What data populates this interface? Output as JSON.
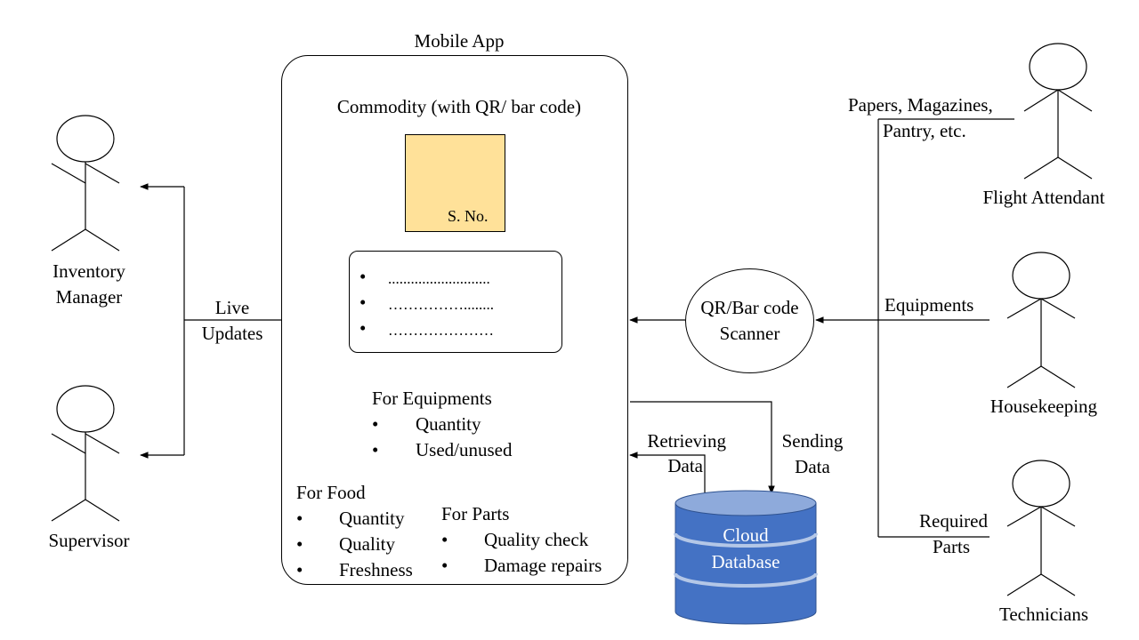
{
  "mobile_app": {
    "title": "Mobile App",
    "commodity_label": "Commodity (with QR/ bar code)",
    "serial_label": "S. No.",
    "placeholder_rows": [
      "...........................",
      "……………........",
      "…………………"
    ],
    "equipments": {
      "heading": "For Equipments",
      "items": [
        "Quantity",
        "Used/unused"
      ]
    },
    "food": {
      "heading": "For Food",
      "items": [
        "Quantity",
        "Quality",
        "Freshness"
      ]
    },
    "parts": {
      "heading": "For Parts",
      "items": [
        "Quality check",
        "Damage repairs"
      ]
    },
    "bullet_symbol": "•"
  },
  "actors_left": [
    {
      "name_line1": "Inventory",
      "name_line2": "Manager"
    },
    {
      "name": "Supervisor"
    }
  ],
  "actors_right": [
    {
      "name": "Flight Attendant"
    },
    {
      "name": "Housekeeping"
    },
    {
      "name": "Technicians"
    }
  ],
  "live_updates": {
    "line1": "Live",
    "line2": "Updates"
  },
  "scanner": {
    "label": "QR/Bar code Scanner"
  },
  "right_inputs": {
    "papers_line1": "Papers, Magazines,",
    "papers_line2": "Pantry, etc.",
    "equipments": "Equipments",
    "parts_line1": "Required",
    "parts_line2": "Parts"
  },
  "database": {
    "label_line1": "Cloud",
    "label_line2": "Database",
    "retrieving_line1": "Retrieving",
    "retrieving_line2": "Data",
    "sending_line1": "Sending",
    "sending_line2": "Data",
    "fill_color": "#4472c4",
    "band_color": "#8eaadb"
  },
  "colors": {
    "qr_card": "#ffe199"
  }
}
